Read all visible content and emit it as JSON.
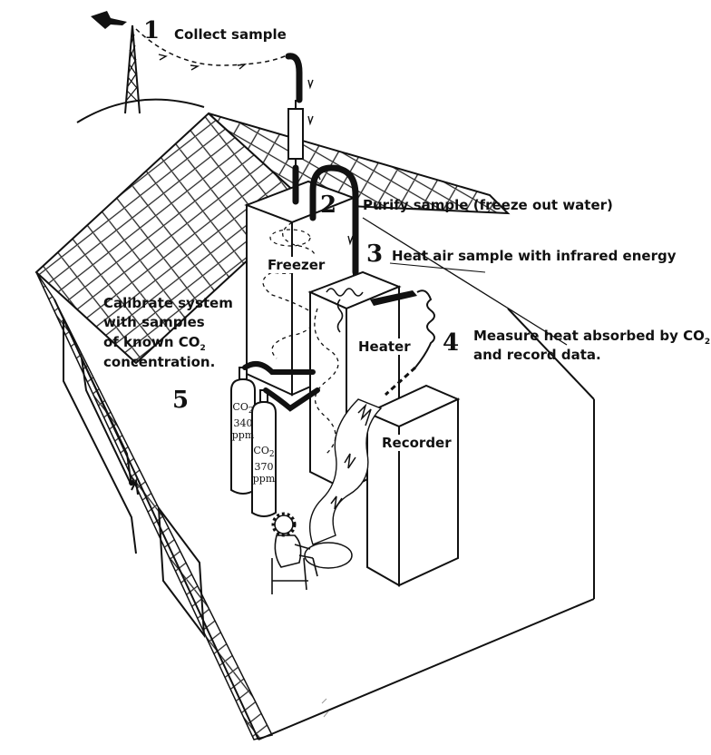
{
  "steps": [
    {
      "num": "1",
      "text": "Collect sample"
    },
    {
      "num": "2",
      "text": "Purify sample (freeze out water)"
    },
    {
      "num": "3",
      "text": "Heat air sample with infrared energy"
    },
    {
      "num": "4",
      "text_line1": "Measure heat absorbed by CO",
      "sub": "2",
      "text_line2": "and record data."
    },
    {
      "num": "5",
      "text_line1": "Calibrate system",
      "text_line2": "with samples",
      "text_line3": "of known  CO",
      "sub": "2",
      "text_line4": "concentration."
    }
  ],
  "components": {
    "freezer": "Freezer",
    "heater": "Heater",
    "recorder": "Recorder"
  },
  "cylinders": [
    {
      "gas": "CO",
      "sub": "2",
      "value": "340",
      "unit": "ppm"
    },
    {
      "gas": "CO",
      "sub": "2",
      "value": "370",
      "unit": "ppm"
    }
  ],
  "colors": {
    "ink": "#111111",
    "paper": "#ffffff"
  }
}
